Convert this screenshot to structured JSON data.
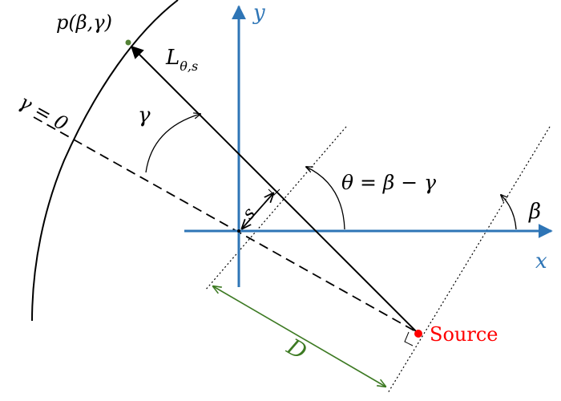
{
  "labels": {
    "point": "p(β,γ)",
    "ray": "L",
    "ray_subscript": "θ,s",
    "gamma_zero": "γ = 0",
    "gamma": "γ",
    "theta": "θ = β − γ",
    "beta": "β",
    "s": "s",
    "distance": "D",
    "source": "Source",
    "x_axis": "x",
    "y_axis": "y"
  },
  "colors": {
    "axes": "#2e75b6",
    "source": "#ff0000",
    "distance": "#3d7a23",
    "point": "#548235",
    "lines": "#000000"
  }
}
